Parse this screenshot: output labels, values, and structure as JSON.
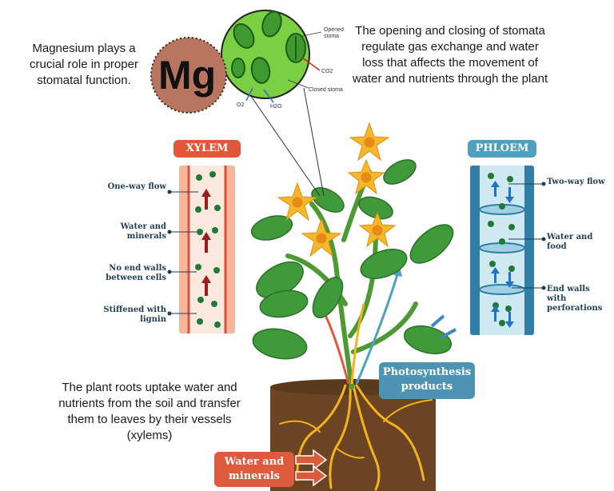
{
  "captions": {
    "magnesium": "Magnesium plays a crucial role in proper stomatal function.",
    "stomata": "The opening and closing of stomata regulate gas exchange and water loss that affects the movement of water and nutrients through the plant",
    "roots": "The plant roots uptake water and nutrients from the soil and transfer them to leaves by their vessels (xylems)"
  },
  "magnesium_symbol": "Mg",
  "stoma_labels": {
    "opened": "Opened stoma",
    "closed": "Closed stoma",
    "co2": "CO2",
    "o2": "O2",
    "h2o": "H2O"
  },
  "xylem": {
    "title": "XYLEM",
    "labels": [
      "One-way flow",
      "Water and minerals",
      "No end walls between cells",
      "Stiffened with lignin"
    ]
  },
  "phloem": {
    "title": "PHLOEM",
    "labels": [
      "Two-way flow",
      "Water and food",
      "End walls with perforations"
    ]
  },
  "boxes": {
    "photosynthesis": "Photosynthesis products",
    "water": "Water and minerals"
  },
  "colors": {
    "xylem": "#e2573a",
    "phloem": "#4da0bf",
    "leaf": "#3f9a3a",
    "flower": "#f6b82a",
    "soil": "#6b4424",
    "magnesium": "#b87560"
  }
}
